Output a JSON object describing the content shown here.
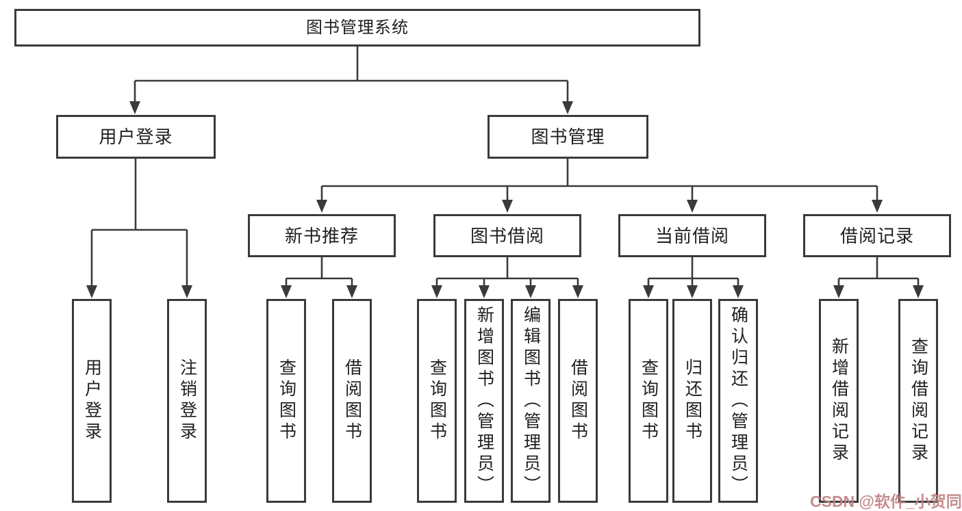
{
  "colors": {
    "line": "#3a3a3a",
    "text": "#1f1f1f",
    "background": "#ffffff",
    "watermark": "#c08080"
  },
  "tree": {
    "root": "图书管理系统",
    "children": [
      {
        "label": "用户登录",
        "children": [
          "用户登录",
          "注销登录"
        ]
      },
      {
        "label": "图书管理",
        "children": [
          {
            "label": "新书推荐",
            "children": [
              "查询图书",
              "借阅图书"
            ]
          },
          {
            "label": "图书借阅",
            "children": [
              "查询图书",
              "新增图书（管理员）",
              "编辑图书（管理员）",
              "借阅图书"
            ]
          },
          {
            "label": "当前借阅",
            "children": [
              "查询图书",
              "归还图书",
              "确认归还（管理员）"
            ]
          },
          {
            "label": "借阅记录",
            "children": [
              "新增借阅记录",
              "查询借阅记录"
            ]
          }
        ]
      }
    ]
  },
  "watermark": "CSDN @软件_小贺同学"
}
